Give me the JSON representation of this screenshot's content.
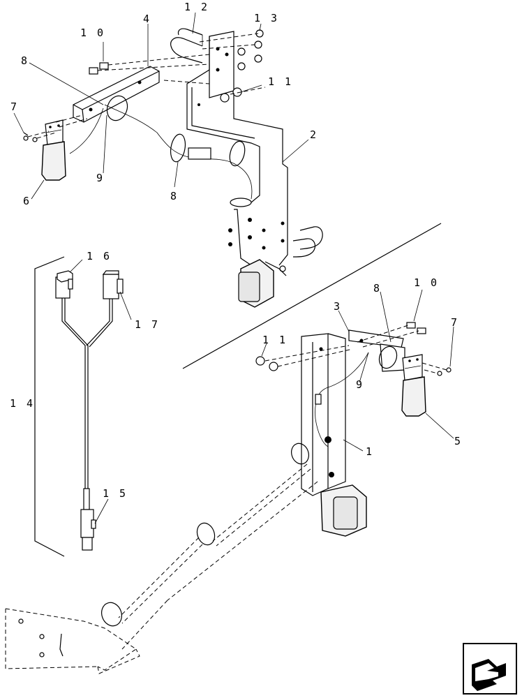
{
  "callouts": {
    "c1": "1",
    "c2": "2",
    "c3": "3",
    "c4": "4",
    "c5": "5",
    "c6": "6",
    "c7a": "7",
    "c7b": "7",
    "c8a": "8",
    "c8b": "8",
    "c8c": "8",
    "c9a": "9",
    "c9b": "9",
    "c10a": "1 0",
    "c10b": "1 0",
    "c11a": "1 1",
    "c11b": "1 1",
    "c12": "1 2",
    "c13": "1 3",
    "c14": "1 4",
    "c15": "1 5",
    "c16": "1 6",
    "c17": "1 7"
  },
  "nav_icon": "arrow-corner-icon"
}
